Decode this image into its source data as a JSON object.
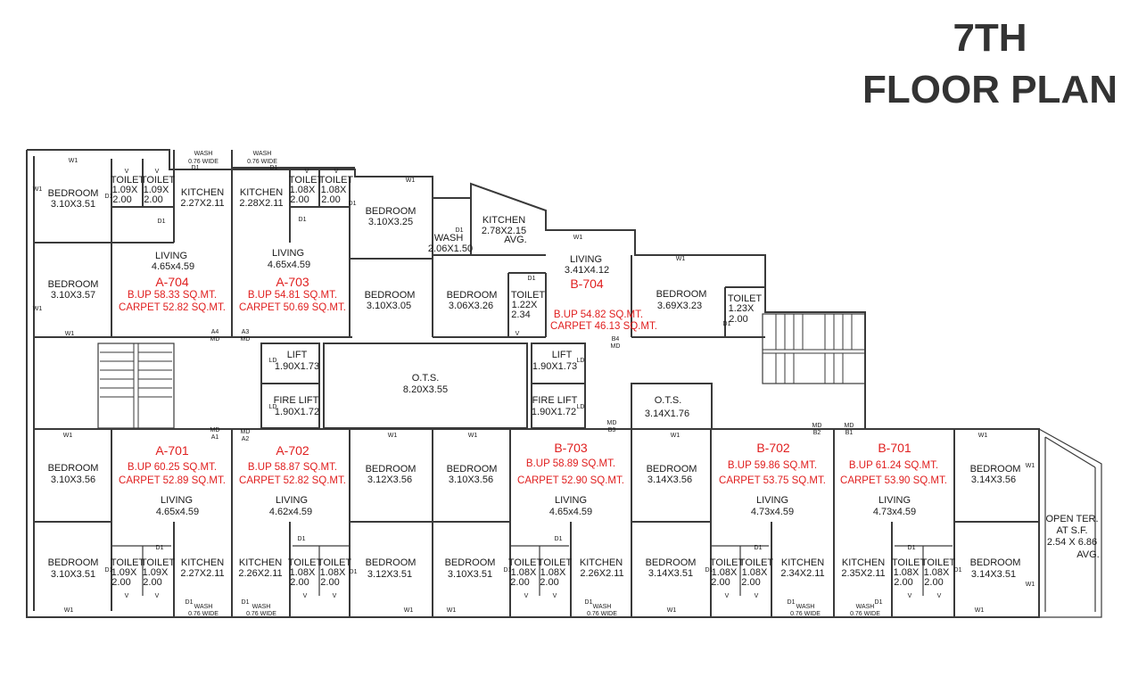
{
  "title": {
    "line1": "7TH",
    "line2": "FLOOR PLAN"
  },
  "colors": {
    "unit_label": "#e02020",
    "walls": "#3a3a3a",
    "title": "#333333"
  },
  "units": [
    {
      "id": "A-704",
      "bup": "B.UP 58.33 SQ.MT.",
      "carpet": "CARPET 52.82 SQ.MT."
    },
    {
      "id": "A-703",
      "bup": "B.UP 54.81 SQ.MT.",
      "carpet": "CARPET 50.69 SQ.MT."
    },
    {
      "id": "B-704",
      "bup": "B.UP 54.82 SQ.MT.",
      "carpet": "CARPET 46.13 SQ.MT."
    },
    {
      "id": "A-701",
      "bup": "B.UP 60.25 SQ.MT.",
      "carpet": "CARPET 52.89 SQ.MT."
    },
    {
      "id": "A-702",
      "bup": "B.UP 58.87 SQ.MT.",
      "carpet": "CARPET 52.82 SQ.MT."
    },
    {
      "id": "B-703",
      "bup": "B.UP 58.89 SQ.MT.",
      "carpet": "CARPET 52.90 SQ.MT."
    },
    {
      "id": "B-702",
      "bup": "B.UP 59.86 SQ.MT.",
      "carpet": "CARPET 53.75 SQ.MT."
    },
    {
      "id": "B-701",
      "bup": "B.UP 61.24 SQ.MT.",
      "carpet": "CARPET 53.90 SQ.MT."
    }
  ],
  "rooms": [
    {
      "name": "BEDROOM",
      "dim": "3.10X3.51"
    },
    {
      "name": "BEDROOM",
      "dim": "3.10X3.57"
    },
    {
      "name": "KITCHEN",
      "dim": "2.27X2.11"
    },
    {
      "name": "KITCHEN",
      "dim": "2.28X2.11"
    },
    {
      "name": "BEDROOM",
      "dim": "3.10X3.25"
    },
    {
      "name": "KITCHEN",
      "dim": "2.78X2.15"
    },
    {
      "name": "LIVING",
      "dim": "4.65x4.59"
    },
    {
      "name": "LIVING",
      "dim": "4.65x4.59"
    },
    {
      "name": "LIVING",
      "dim": "3.41X4.12"
    },
    {
      "name": "BEDROOM",
      "dim": "3.10X3.05"
    },
    {
      "name": "BEDROOM",
      "dim": "3.06X3.26"
    },
    {
      "name": "BEDROOM",
      "dim": "3.69X3.23"
    },
    {
      "name": "LIFT",
      "dim": "1.90X1.73"
    },
    {
      "name": "LIFT",
      "dim": "1.90X1.73"
    },
    {
      "name": "FIRE LIFT",
      "dim": "1.90X1.72"
    },
    {
      "name": "FIRE LIFT",
      "dim": "1.90X1.72"
    },
    {
      "name": "O.T.S.",
      "dim": "8.20X3.55"
    },
    {
      "name": "O.T.S.",
      "dim": "3.14X1.76"
    },
    {
      "name": "BEDROOM",
      "dim": "3.10X3.56"
    },
    {
      "name": "BEDROOM",
      "dim": "3.12X3.56"
    },
    {
      "name": "BEDROOM",
      "dim": "3.10X3.56"
    },
    {
      "name": "BEDROOM",
      "dim": "3.14X3.56"
    },
    {
      "name": "BEDROOM",
      "dim": "3.14X3.56"
    },
    {
      "name": "LIVING",
      "dim": "4.65x4.59"
    },
    {
      "name": "LIVING",
      "dim": "4.62x4.59"
    },
    {
      "name": "LIVING",
      "dim": "4.65x4.59"
    },
    {
      "name": "LIVING",
      "dim": "4.73x4.59"
    },
    {
      "name": "LIVING",
      "dim": "4.73x4.59"
    },
    {
      "name": "BEDROOM",
      "dim": "3.10X3.51"
    },
    {
      "name": "KITCHEN",
      "dim": "2.27X2.11"
    },
    {
      "name": "KITCHEN",
      "dim": "2.26X2.11"
    },
    {
      "name": "BEDROOM",
      "dim": "3.12X3.51"
    },
    {
      "name": "BEDROOM",
      "dim": "3.10X3.51"
    },
    {
      "name": "KITCHEN",
      "dim": "2.26X2.11"
    },
    {
      "name": "BEDROOM",
      "dim": "3.14X3.51"
    },
    {
      "name": "KITCHEN",
      "dim": "2.34X2.11"
    },
    {
      "name": "KITCHEN",
      "dim": "2.35X2.11"
    },
    {
      "name": "BEDROOM",
      "dim": "3.14X3.51"
    }
  ],
  "toilets": [
    {
      "name": "TOILET",
      "dim1": "1.09X",
      "dim2": "2.00"
    },
    {
      "name": "TOILET",
      "dim1": "1.09X",
      "dim2": "2.00"
    },
    {
      "name": "TOILET",
      "dim1": "1.08X",
      "dim2": "2.00"
    },
    {
      "name": "TOILET",
      "dim1": "1.08X",
      "dim2": "2.00"
    },
    {
      "name": "TOILET",
      "dim1": "1.22X",
      "dim2": "2.34"
    },
    {
      "name": "TOILET",
      "dim1": "1.23X",
      "dim2": "2.00"
    },
    {
      "name": "TOILET",
      "dim1": "1.09X",
      "dim2": "2.00"
    },
    {
      "name": "TOILET",
      "dim1": "1.09X",
      "dim2": "2.00"
    },
    {
      "name": "TOILET",
      "dim1": "1.08X",
      "dim2": "2.00"
    },
    {
      "name": "TOILET",
      "dim1": "1.08X",
      "dim2": "2.00"
    },
    {
      "name": "TOILET",
      "dim1": "1.08X",
      "dim2": "2.00"
    },
    {
      "name": "TOILET",
      "dim1": "1.08X",
      "dim2": "2.00"
    },
    {
      "name": "TOILET",
      "dim1": "1.08X",
      "dim2": "2.00"
    },
    {
      "name": "TOILET",
      "dim1": "1.08X",
      "dim2": "2.00"
    },
    {
      "name": "TOILET",
      "dim1": "1.08X",
      "dim2": "2.00"
    },
    {
      "name": "TOILET",
      "dim1": "1.08X",
      "dim2": "2.00"
    }
  ],
  "wash": [
    {
      "name": "WASH",
      "dim": "0.76 WIDE"
    },
    {
      "name": "WASH",
      "dim": "0.76 WIDE"
    },
    {
      "name": "WASH",
      "dim": "2.06X1.50"
    },
    {
      "name": "WASH",
      "dim": "0.76 WIDE"
    },
    {
      "name": "WASH",
      "dim": "0.76 WIDE"
    },
    {
      "name": "WASH",
      "dim": "0.76 WIDE"
    },
    {
      "name": "WASH",
      "dim": "0.76 WIDE"
    },
    {
      "name": "WASH",
      "dim": "0.76 WIDE"
    }
  ],
  "avg": "AVG.",
  "terrace": {
    "line1": "OPEN TER.",
    "line2": "AT S.F.",
    "line3": "2.54 X 6.86",
    "line4": "AVG."
  },
  "marks": {
    "w1": "W1",
    "d1": "D1",
    "v": "V",
    "ld": "LD",
    "a4": "A4",
    "a3": "A3",
    "a1": "A1",
    "a2": "A2",
    "b4": "B4",
    "b3": "B3",
    "b2": "B2",
    "b1": "B1",
    "md": "MD"
  }
}
